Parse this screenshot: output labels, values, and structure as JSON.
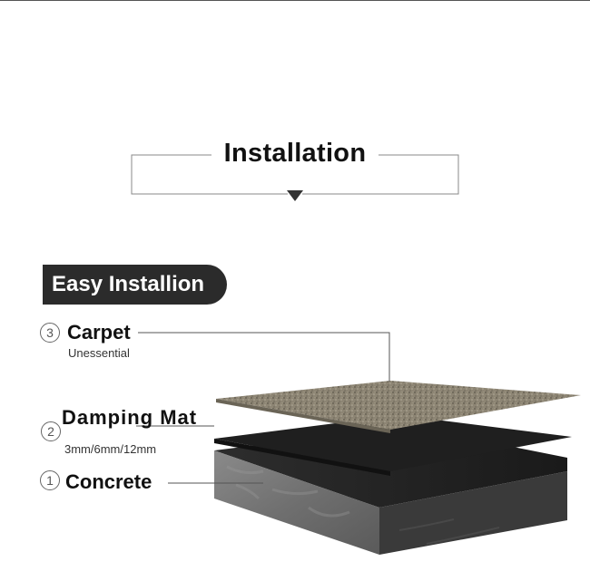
{
  "header": {
    "title": "Installation"
  },
  "badge": {
    "label": "Easy Installion"
  },
  "layers": [
    {
      "number": "3",
      "name": "Carpet",
      "note": "Unessential"
    },
    {
      "number": "2",
      "name": "Damping Mat",
      "note": "3mm/6mm/12mm"
    },
    {
      "number": "1",
      "name": "Concrete",
      "note": ""
    }
  ],
  "colors": {
    "carpet": "#8d8574",
    "mat": "#1f1f1f",
    "concrete": "#7c7c7c",
    "badge": "#2b2b2b"
  }
}
